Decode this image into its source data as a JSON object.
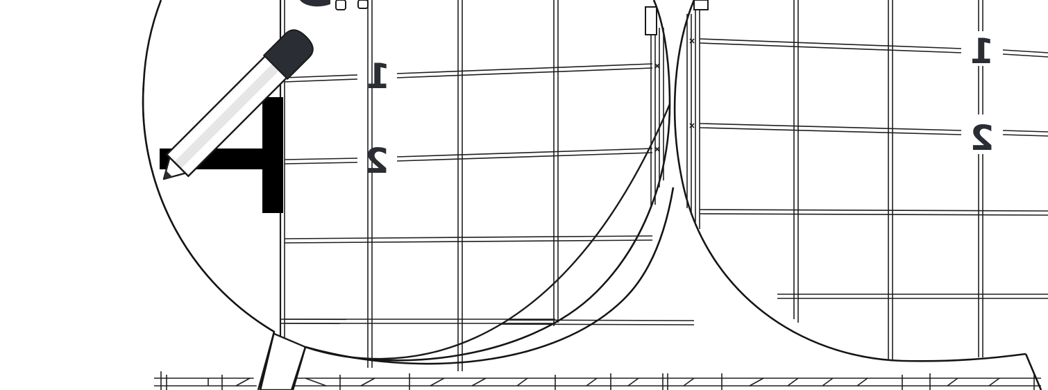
{
  "diagram": {
    "description_free": true,
    "marker_labels": {
      "upper": "1",
      "lower": "2"
    },
    "colors": {
      "line": "#1a1a1a",
      "marker": "#2b2d34",
      "pencil_body": "#e0e0e0",
      "pencil_stripe": "#cfcfcf",
      "pencil_eraser": "#2b2d34",
      "rule_bar": "#000000"
    },
    "icons": {
      "pencil": "pencil-icon",
      "rule": "t-square-mark"
    }
  }
}
